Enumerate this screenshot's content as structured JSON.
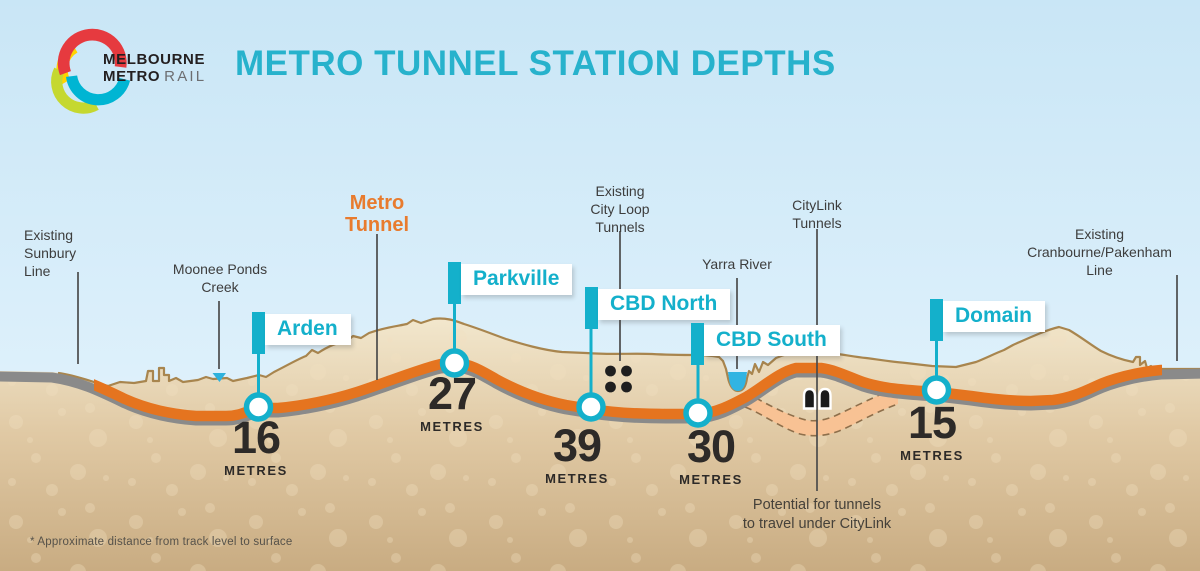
{
  "header": {
    "logo": {
      "line1": "MELBOURNE",
      "line2_bold": "METRO",
      "line2_light": "RAIL"
    },
    "title": "METRO TUNNEL STATION DEPTHS"
  },
  "stations": [
    {
      "name": "Arden",
      "depth": "16",
      "unit": "METRES"
    },
    {
      "name": "Parkville",
      "depth": "27",
      "unit": "METRES"
    },
    {
      "name": "CBD North",
      "depth": "39",
      "unit": "METRES"
    },
    {
      "name": "CBD South",
      "depth": "30",
      "unit": "METRES"
    },
    {
      "name": "Domain",
      "depth": "15",
      "unit": "METRES"
    }
  ],
  "annotations": {
    "sunbury": "Existing\nSunbury\nLine",
    "moonee_ponds": "Moonee Ponds\nCreek",
    "metro_tunnel": "Metro\nTunnel",
    "city_loop": "Existing\nCity Loop\nTunnels",
    "yarra": "Yarra River",
    "citylink": "CityLink\nTunnels",
    "cranbourne": "Existing\nCranbourne/Pakenham\nLine",
    "potential": "Potential for tunnels\nto travel under CityLink"
  },
  "footnote": "* Approximate distance from track level to surface",
  "colors": {
    "station_teal": "#14b0cb",
    "title_teal": "#27b2cc",
    "tunnel_orange": "#e5741f",
    "metro_tunnel_text_orange": "#e87b2e",
    "potential_route_orange": "#f8c294",
    "existing_line_grey": "#8a8a8a",
    "water_blue": "#31b4e2",
    "logo_red": "#e63a3f",
    "logo_yellow": "#ffd400",
    "logo_lime": "#c5d830",
    "logo_teal": "#00b5d3"
  }
}
